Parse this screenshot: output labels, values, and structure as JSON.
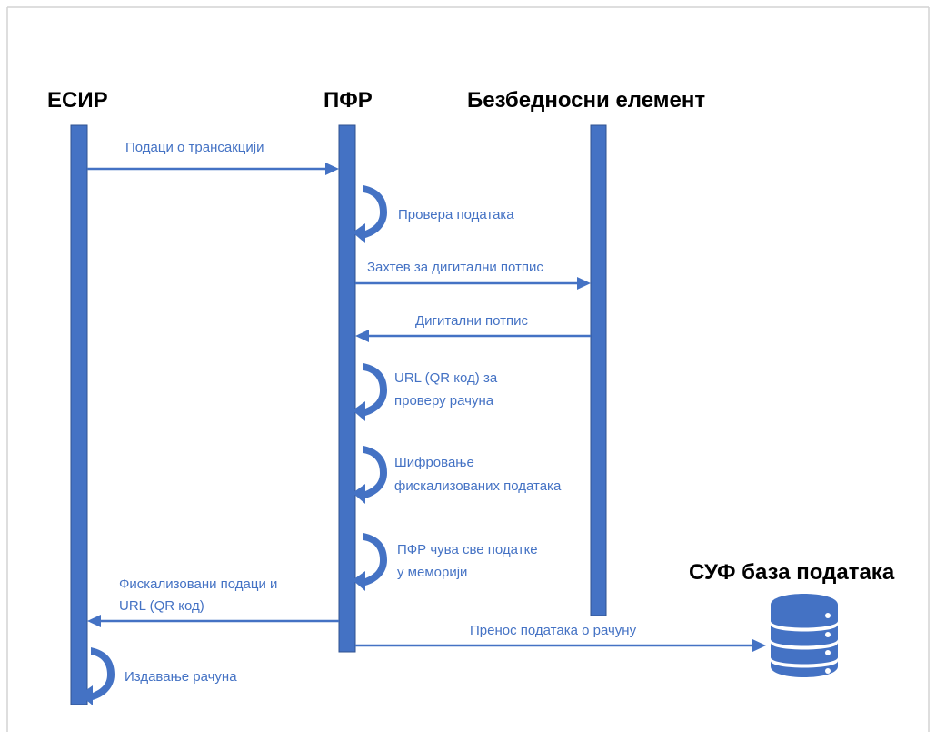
{
  "participants": {
    "esir": "ЕСИР",
    "pfr": "ПФР",
    "secure_element": "Безбедносни елемент",
    "database": "СУФ база података"
  },
  "messages": {
    "transaction_data": "Подаци о трансакцији",
    "data_check": "Провера података",
    "signature_request": "Захтев за дигитални потпис",
    "digital_signature": "Дигитални потпис",
    "url_qr_line1": "URL (QR код) за",
    "url_qr_line2": "проверу рачуна",
    "encryption_line1": "Шифровање",
    "encryption_line2": "фискализованих података",
    "memory_line1": "ПФР чува све податке",
    "memory_line2": "у меморији",
    "fiscalized_line1": "Фискализовани подаци и",
    "fiscalized_line2": "URL (QR код)",
    "receipt_transfer": "Пренос података о рачуну",
    "receipt_issue": "Издавање рачуна"
  },
  "colors": {
    "accent": "#4472c4",
    "heading": "#000000",
    "frame": "#d4d4d4"
  },
  "icons": {
    "database": "database-icon",
    "self_loop": "curved-arrow-icon"
  }
}
